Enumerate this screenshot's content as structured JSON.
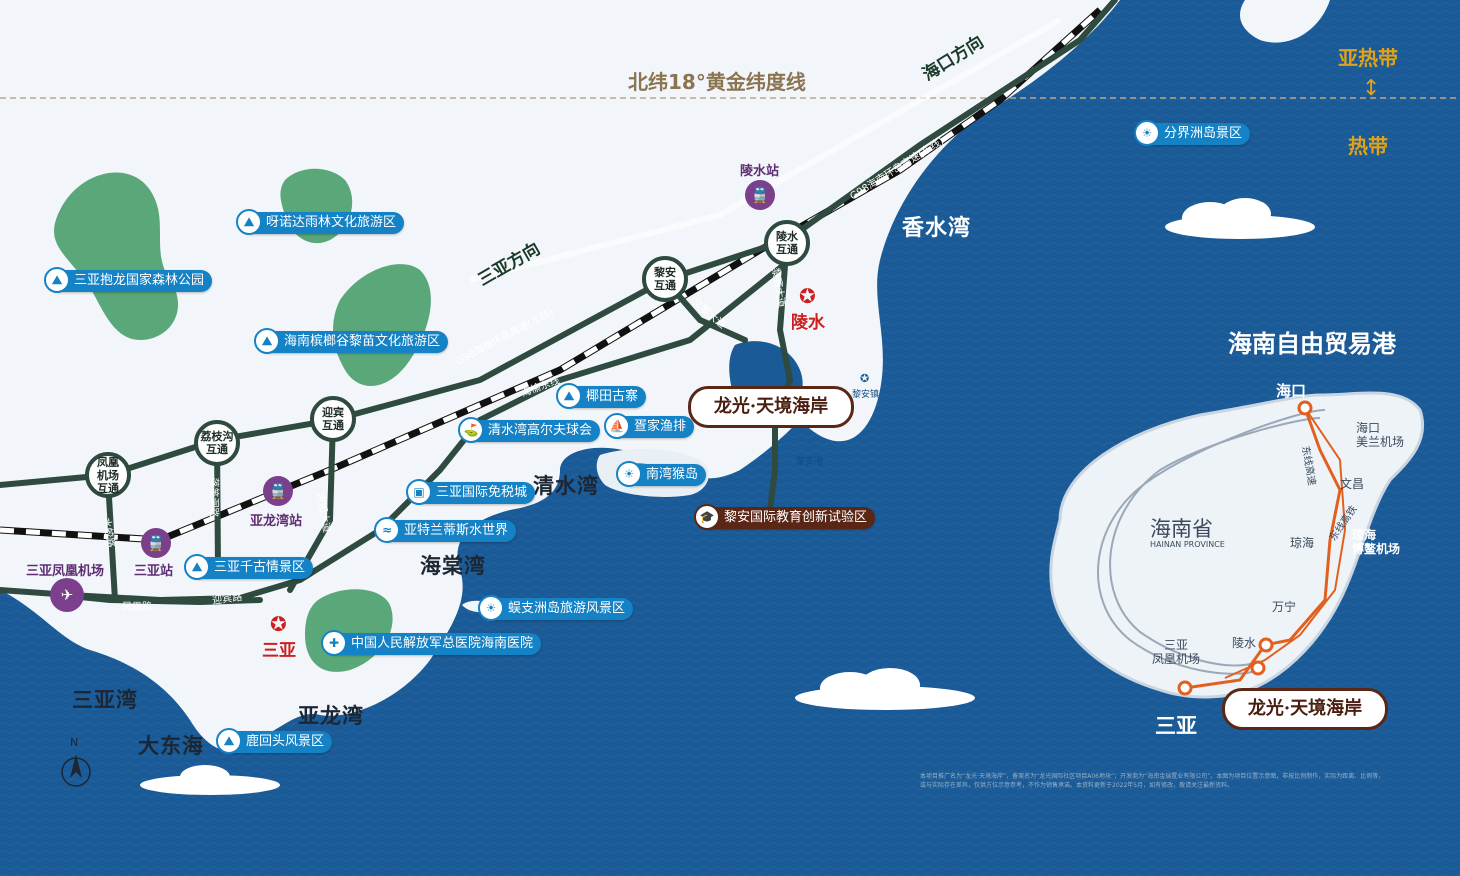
{
  "latitude_line": "北纬18°黄金纬度线",
  "directions": {
    "haikou": "海口方向",
    "sanya": "三亚方向"
  },
  "climate": {
    "top": "亚热带",
    "bottom": "热带"
  },
  "seas": {
    "xiangshui": "香水湾",
    "qingshui": "清水湾",
    "haitang": "海棠湾",
    "sanya": "三亚湾",
    "yalong": "亚龙湾",
    "dadonghai": "大东海"
  },
  "interchanges": [
    "凤凰\n机场\n互通",
    "荔枝沟\n互通",
    "迎宾\n互通",
    "黎安\n互通",
    "陵水\n互通"
  ],
  "stations": {
    "lingshui": "陵水站",
    "yalongwan": "亚龙湾站",
    "sanya": "三亚站",
    "airport": "三亚凤凰机场"
  },
  "roads": {
    "g98_upper": "G98海南环岛高速(东线)",
    "g98_lower": "G98海南环岛高速(东线)",
    "haiyu": "海榆东线",
    "wenli": "文黎大道",
    "yinghai": "黎赛大道",
    "shuijiao": "水蛟路",
    "luohui": "落笔洞路",
    "jiyang": "吉阳大道",
    "fenghuang": "凤凰路",
    "yingbin": "迎宾路"
  },
  "pois": [
    "呀诺达雨林文化旅游区",
    "三亚抱龙国家森林公园",
    "海南槟榔谷黎苗文化旅游区",
    "椰田古寨",
    "清水湾高尔夫球会",
    "疍家渔排",
    "南湾猴岛",
    "三亚国际免税城",
    "亚特兰蒂斯水世界",
    "三亚千古情景区",
    "蜈支洲岛旅游风景区",
    "中国人民解放军总医院海南医院",
    "鹿回头风景区",
    "分界洲岛景区"
  ],
  "education": "黎安国际教育创新试验区",
  "cities": {
    "lingshui": "陵水",
    "sanya": "三亚"
  },
  "towns": {
    "lianzhen": "黎安镇",
    "liangang": "黎安港"
  },
  "project": "龙光·天境海岸",
  "north": "N",
  "inset": {
    "title": "海南自由贸易港",
    "province": "海南省",
    "province_en": "HAINAN PROVINCE",
    "haikou": "海口",
    "meilan": "海口\n美兰机场",
    "wenchang": "文昌",
    "qionghai": "琼海",
    "boao": "琼海\n博鳌机场",
    "wanning": "万宁",
    "lingshui": "陵水",
    "phoenix": "三亚\n凤凰机场",
    "sanya": "三亚",
    "east_line": "东线高速",
    "east_rail": "东线高铁",
    "project": "龙光·天境海岸"
  },
  "disclaimer": "本项目推广名为“龙光·天境海岸”，备案名为“龙光国际社区项目A06地块”；开发商为“海南金瑞置业有限公司”。本图为项目位置示意图，非按比例制作，实际为距离、比例等，或与实际存在差异，仅供方位示意参考，不作为销售承诺。本资料更新于2022年5月，如有修改，敬请关注最新资料。",
  "colors": {
    "sea": "#1a5a96",
    "land": "#f2f6fa",
    "road": "#2f4a3f",
    "poi": "#1582c6",
    "brand": "#5a2616",
    "station": "#7b3f8c",
    "forest": "#4fa56f"
  }
}
